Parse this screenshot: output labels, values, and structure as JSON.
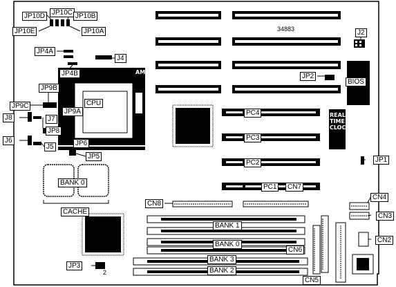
{
  "labels": {
    "jp10d": "JP10D",
    "jp10c": "JP10C",
    "jp10b": "JP10B",
    "jp10e": "JP10E",
    "jp10a": "JP10A",
    "jp4a": "JP4A",
    "j4": "J4",
    "jp4b": "JP4B",
    "amp": "AMP",
    "jp9b": "JP9B",
    "cpu": "CPU",
    "jp9c": "JP9C",
    "jp9a": "JP9A",
    "j8": "J8",
    "j7": "J7",
    "jp8": "JP8",
    "j6": "J6",
    "j5": "J5",
    "jp6": "JP6",
    "jp5": "JP5",
    "bank0_cache": "BANK 0",
    "cache": "CACHE",
    "j2": "J2",
    "part_number": "34883",
    "jp2": "JP2",
    "bios": "BIOS",
    "pc4": "PC4",
    "pc3": "PC3",
    "pc2": "PC2",
    "pc1": "PC1",
    "cn7": "CN7",
    "real_time_clock": "REAL TIME CLOCK",
    "jp1": "JP1",
    "cn8": "CN8",
    "cn4": "CN4",
    "cn3": "CN3",
    "cn2": "CN2",
    "bank1": "BANK 1",
    "bank0": "BANK 0",
    "cn6": "CN6",
    "bank3": "BANK 3",
    "bank2": "BANK 2",
    "cn5": "CN5",
    "jp3": "JP3",
    "jp3_pin": "2"
  }
}
